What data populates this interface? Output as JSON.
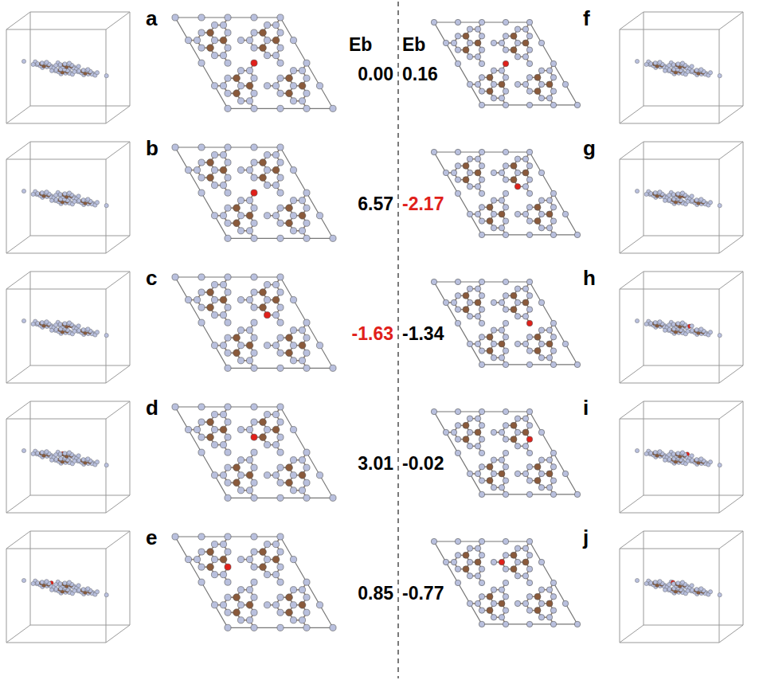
{
  "diagram": {
    "labels": [
      "a",
      "Eb",
      "Eb",
      "f",
      "0.00",
      "0.16",
      "b",
      "6.57",
      "-2.17",
      "g",
      "c",
      "-1.63",
      "-1.34",
      "h",
      "d",
      "3.01",
      "-0.02",
      "i",
      "e",
      "0.85",
      "-0.77",
      "j"
    ]
  }
}
